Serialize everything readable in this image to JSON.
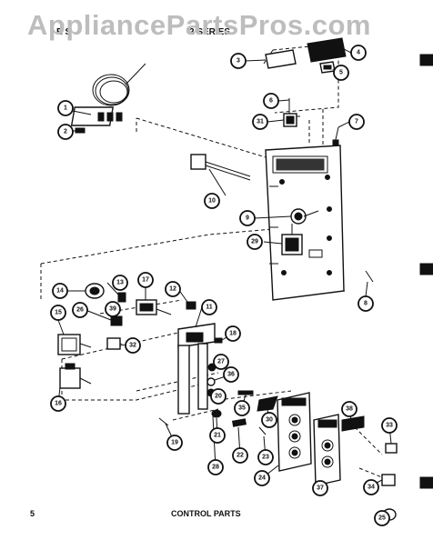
{
  "watermark": "AppliancePartsPros.com",
  "header": {
    "left": "E S",
    "center": "2 SERIES"
  },
  "footer": {
    "page_number": "5",
    "title": "CONTROL PARTS"
  },
  "callouts": [
    "1",
    "2",
    "3",
    "4",
    "5",
    "6",
    "7",
    "8",
    "9",
    "10",
    "11",
    "12",
    "13",
    "14",
    "15",
    "16",
    "17",
    "18",
    "19",
    "20",
    "21",
    "22",
    "23",
    "24",
    "25",
    "26",
    "27",
    "28",
    "29",
    "30",
    "31",
    "32",
    "33",
    "34",
    "35",
    "36",
    "37",
    "38",
    "39"
  ]
}
